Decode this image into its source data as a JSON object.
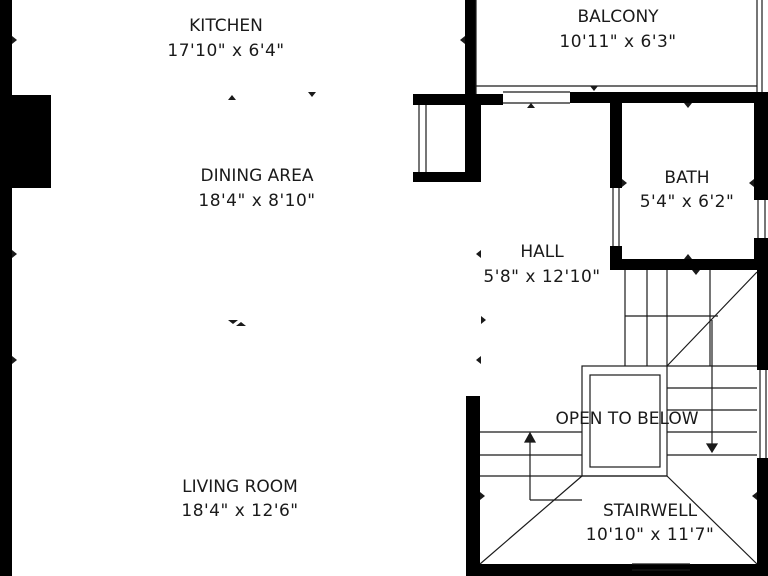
{
  "rooms": {
    "kitchen": {
      "name": "KITCHEN",
      "dims": "17'10\" x 6'4\""
    },
    "balcony": {
      "name": "BALCONY",
      "dims": "10'11\" x 6'3\""
    },
    "dining": {
      "name": "DINING AREA",
      "dims": "18'4\" x 8'10\""
    },
    "bath": {
      "name": "BATH",
      "dims": "5'4\" x 6'2\""
    },
    "hall": {
      "name": "HALL",
      "dims": "5'8\" x 12'10\""
    },
    "open": {
      "name": "OPEN TO BELOW"
    },
    "living": {
      "name": "LIVING ROOM",
      "dims": "18'4\" x 12'6\""
    },
    "stairwell": {
      "name": "STAIRWELL",
      "dims": "10'10\" x 11'7\""
    }
  },
  "colors": {
    "wall": "#000000",
    "line": "#1a1a1a",
    "background": "#ffffff"
  }
}
